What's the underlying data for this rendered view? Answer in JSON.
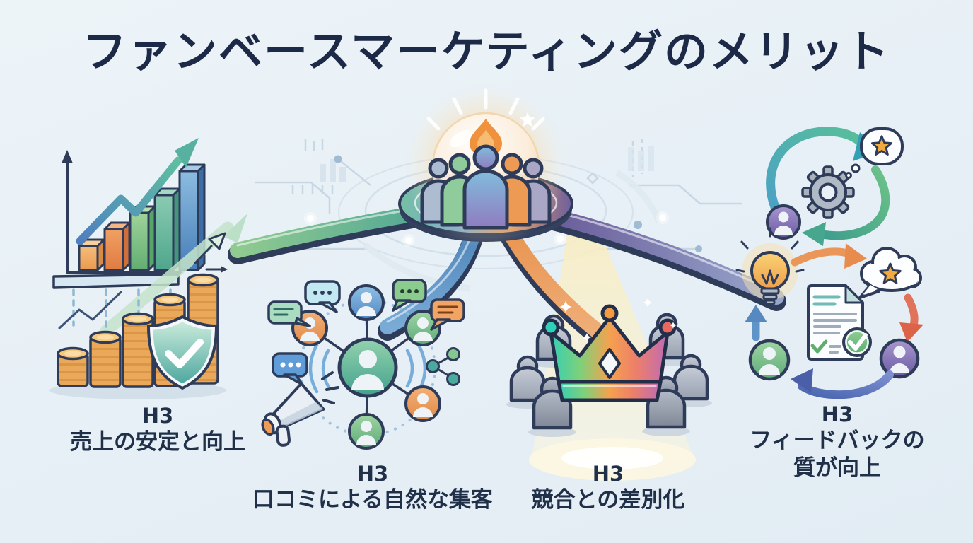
{
  "title": "ファンベースマーケティングのメリット",
  "hub": {
    "name": "fan-community-hub",
    "depicts": "group of fans under a glowing dome with a flame, branches radiating to four benefits"
  },
  "benefits": [
    {
      "tag": "H3",
      "heading": "売上の安定と向上",
      "icon": "sales-growth-chart-coins-shield-icon",
      "branch_color": "#5fae92"
    },
    {
      "tag": "H3",
      "heading": "口コミによる自然な集客",
      "icon": "word-of-mouth-network-megaphone-icon",
      "branch_color": "#5d8fc4"
    },
    {
      "tag": "H3",
      "heading": "競合との差別化",
      "icon": "crown-in-spotlight-icon",
      "branch_color": "#e8945a"
    },
    {
      "tag": "H3",
      "heading": "フィードバックの質が向上",
      "icon": "feedback-cycle-icon",
      "branch_color": "#70609f"
    }
  ],
  "icons": {
    "flame-icon": "flame above fan group",
    "bar-chart-icon": "rising 3D bar chart with trend arrow",
    "coin-stacks-icon": "ascending stacks of gold coins",
    "shield-check-icon": "teal shield with checkmark",
    "megaphone-icon": "megaphone broadcasting",
    "share-icon": "share network nodes",
    "speech-bubble-icons": "chat bubbles with dots and lines",
    "crown-icon": "rainbow crown in spotlight",
    "gear-icon": "process gear",
    "lightbulb-icon": "idea lightbulb",
    "star-bubble-icon": "speech bubble with star rating",
    "cloud-star-icon": "thought cloud with star",
    "document-check-icon": "report document with green check"
  },
  "colors": {
    "background": "#e9f0f6",
    "title_text": "#1d2a47",
    "label_text": "#203049",
    "outline_navy": "#2e3c5a",
    "flame_orange": "#f0913e",
    "coin_gold": "#eaa95a",
    "shield_teal": "#6ab4a6",
    "crown_gradient": [
      "#35cfb4",
      "#7dd17a",
      "#f5a24e",
      "#e4708e",
      "#c06bb4"
    ],
    "branch_green": "#5fae92",
    "branch_blue": "#5d8fc4",
    "branch_orange": "#e8945a",
    "branch_purple": "#70609f"
  }
}
